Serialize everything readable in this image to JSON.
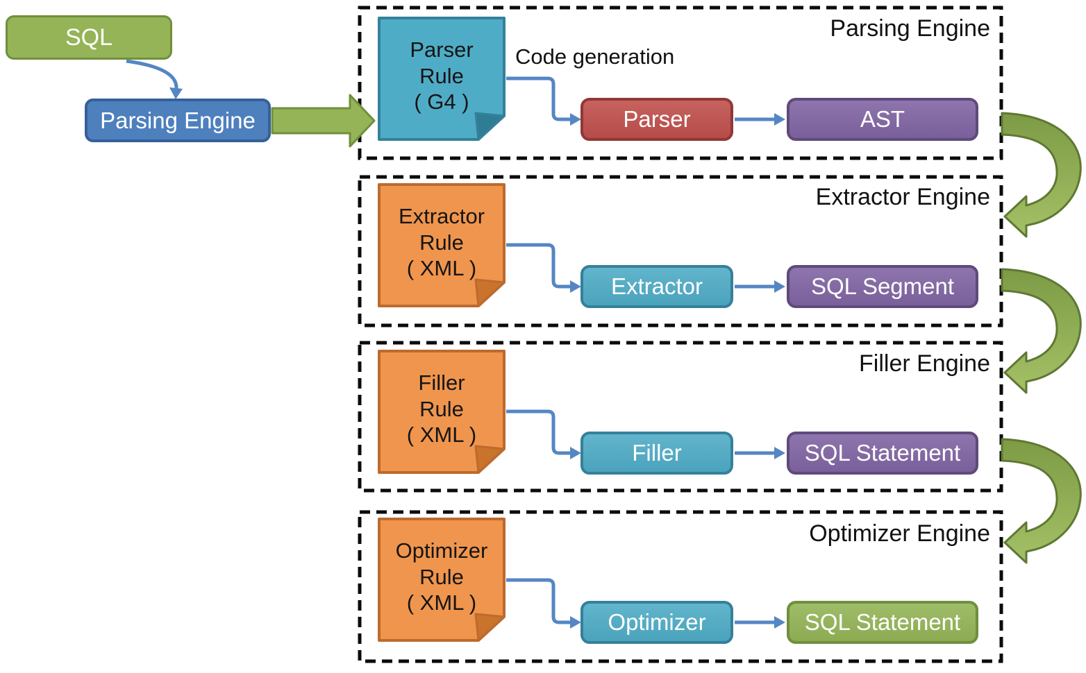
{
  "diagram": {
    "source": {
      "sql": "SQL",
      "engine": "Parsing Engine"
    },
    "annotation": "Code generation",
    "engines": [
      {
        "title": "Parsing Engine",
        "rule_lines": [
          "Parser",
          "Rule",
          "( G4 )"
        ],
        "processor": "Parser",
        "output": "AST"
      },
      {
        "title": "Extractor Engine",
        "rule_lines": [
          "Extractor",
          "Rule",
          "( XML )"
        ],
        "processor": "Extractor",
        "output": "SQL Segment"
      },
      {
        "title": "Filler Engine",
        "rule_lines": [
          "Filler",
          "Rule",
          "( XML )"
        ],
        "processor": "Filler",
        "output": "SQL Statement"
      },
      {
        "title": "Optimizer Engine",
        "rule_lines": [
          "Optimizer",
          "Rule",
          "( XML )"
        ],
        "processor": "Optimizer",
        "output": "SQL Statement"
      }
    ],
    "colors": {
      "green": "#94B457",
      "green_border": "#6F8F3E",
      "blue": "#4D80BD",
      "blue_border": "#36609A",
      "teal": "#4FACC6",
      "teal_border": "#35809A",
      "red": "#C0504D",
      "red_border": "#903836",
      "purple": "#8165A3",
      "purple_border": "#5F4A7B",
      "orange": "#F0954D",
      "orange_border": "#BD6A2E",
      "connector_blue": "#5586C4",
      "curve_green_dark": "#7D9B45",
      "curve_green_light": "#A4C166",
      "boundary_black": "#0B0B0B"
    }
  }
}
